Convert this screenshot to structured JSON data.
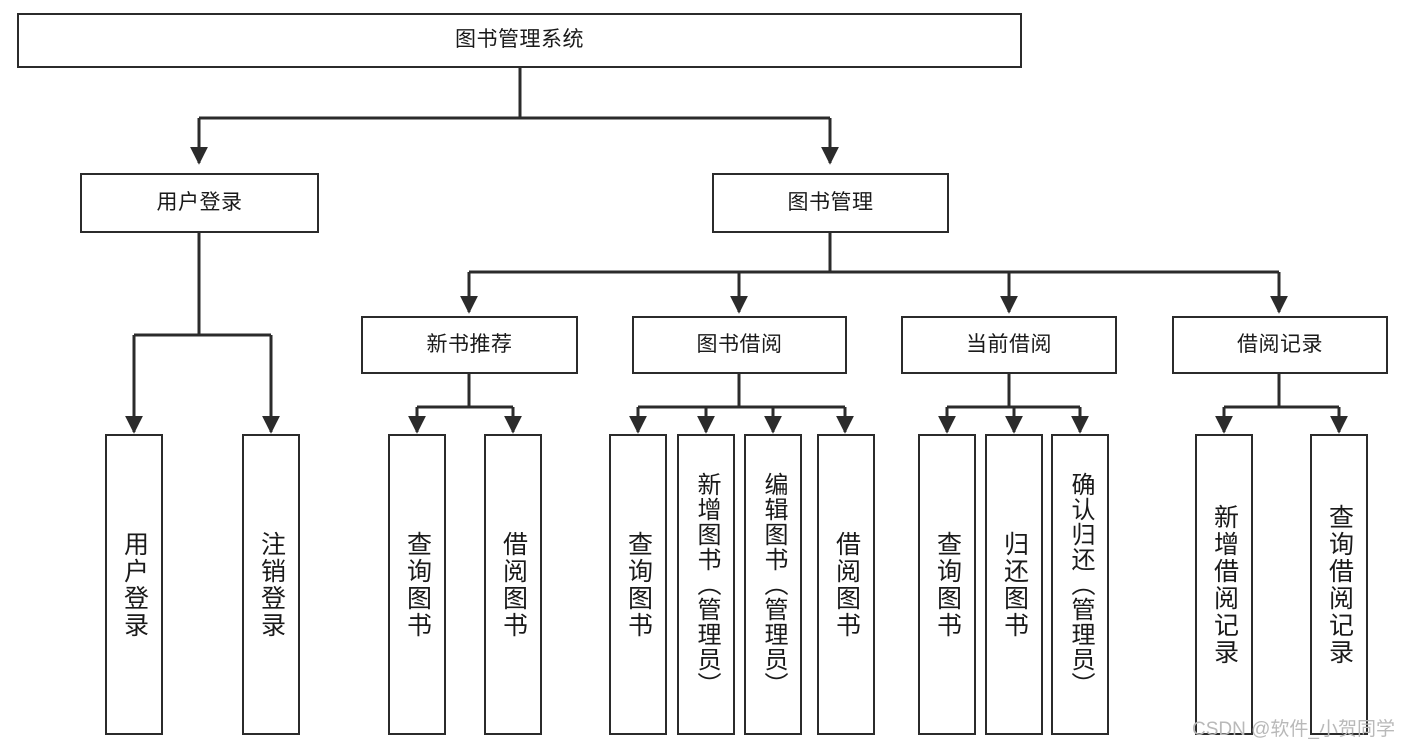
{
  "diagram": {
    "title": "图书管理系统",
    "type": "functional-decomposition-tree",
    "orientation": "top-down",
    "style": {
      "box_border_color": "#2b2b2b",
      "box_fill_color": "#ffffff",
      "edge_color": "#2b2b2b",
      "background": "#ffffff",
      "text_color": "#1a1a1a"
    },
    "nodes": {
      "root": {
        "label": "图书管理系统",
        "level": 1,
        "text_direction": "horizontal"
      },
      "level2": [
        {
          "id": "user-login",
          "label": "用户登录",
          "text_direction": "horizontal"
        },
        {
          "id": "book-management",
          "label": "图书管理",
          "text_direction": "horizontal"
        }
      ],
      "level3": [
        {
          "id": "new-book-recommend",
          "label": "新书推荐",
          "parent": "book-management",
          "text_direction": "horizontal"
        },
        {
          "id": "book-borrow",
          "label": "图书借阅",
          "parent": "book-management",
          "text_direction": "horizontal"
        },
        {
          "id": "current-borrow",
          "label": "当前借阅",
          "parent": "book-management",
          "text_direction": "horizontal"
        },
        {
          "id": "borrow-record",
          "label": "借阅记录",
          "parent": "book-management",
          "text_direction": "horizontal"
        }
      ],
      "leaves": [
        {
          "id": "leaf-user-login",
          "label": "用户登录",
          "parent": "user-login",
          "text_direction": "vertical"
        },
        {
          "id": "leaf-user-logout",
          "label": "注销登录",
          "parent": "user-login",
          "text_direction": "vertical"
        },
        {
          "id": "leaf-query-book-1",
          "label": "查询图书",
          "parent": "new-book-recommend",
          "text_direction": "vertical"
        },
        {
          "id": "leaf-borrow-book-1",
          "label": "借阅图书",
          "parent": "new-book-recommend",
          "text_direction": "vertical"
        },
        {
          "id": "leaf-query-book-2",
          "label": "查询图书",
          "parent": "book-borrow",
          "text_direction": "vertical"
        },
        {
          "id": "leaf-add-book",
          "label": "新增图书（管理员）",
          "parent": "book-borrow",
          "text_direction": "vertical"
        },
        {
          "id": "leaf-edit-book",
          "label": "编辑图书（管理员）",
          "parent": "book-borrow",
          "text_direction": "vertical"
        },
        {
          "id": "leaf-borrow-book-2",
          "label": "借阅图书",
          "parent": "book-borrow",
          "text_direction": "vertical"
        },
        {
          "id": "leaf-query-book-3",
          "label": "查询图书",
          "parent": "current-borrow",
          "text_direction": "vertical"
        },
        {
          "id": "leaf-return-book",
          "label": "归还图书",
          "parent": "current-borrow",
          "text_direction": "vertical"
        },
        {
          "id": "leaf-confirm-return",
          "label": "确认归还（管理员）",
          "parent": "current-borrow",
          "text_direction": "vertical"
        },
        {
          "id": "leaf-add-borrow-record",
          "label": "新增借阅记录",
          "parent": "borrow-record",
          "text_direction": "vertical"
        },
        {
          "id": "leaf-query-borrow-record",
          "label": "查询借阅记录",
          "parent": "borrow-record",
          "text_direction": "vertical"
        }
      ]
    },
    "watermark": "CSDN @软件_小贺同学"
  }
}
